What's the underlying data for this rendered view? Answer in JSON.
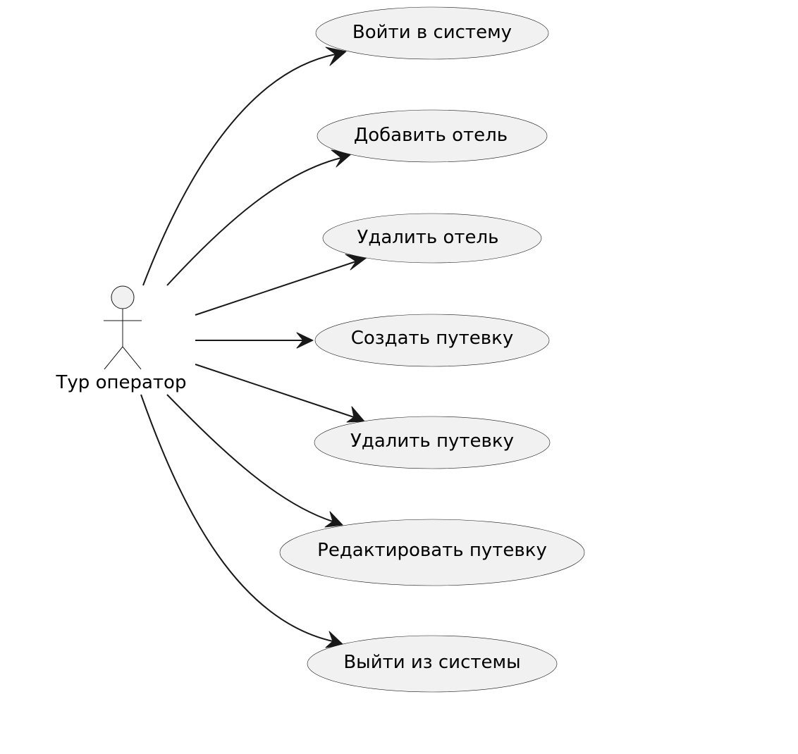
{
  "diagram": {
    "type": "use-case",
    "actor": {
      "name": "Тур оператор"
    },
    "use_cases": [
      {
        "id": "login",
        "label": "Войти в систему"
      },
      {
        "id": "add-hotel",
        "label": "Добавить отель"
      },
      {
        "id": "delete-hotel",
        "label": "Удалить отель"
      },
      {
        "id": "create-tour",
        "label": "Создать путевку"
      },
      {
        "id": "delete-tour",
        "label": "Удалить путевку"
      },
      {
        "id": "edit-tour",
        "label": "Редактировать путевку"
      },
      {
        "id": "logout",
        "label": "Выйти из системы"
      }
    ],
    "associations": [
      {
        "from": "actor",
        "to": "login"
      },
      {
        "from": "actor",
        "to": "add-hotel"
      },
      {
        "from": "actor",
        "to": "delete-hotel"
      },
      {
        "from": "actor",
        "to": "create-tour"
      },
      {
        "from": "actor",
        "to": "delete-tour"
      },
      {
        "from": "actor",
        "to": "edit-tour"
      },
      {
        "from": "actor",
        "to": "logout"
      }
    ],
    "colors": {
      "usecase_fill": "#f1f1f1",
      "stroke": "#181818",
      "text": "#000000"
    }
  }
}
